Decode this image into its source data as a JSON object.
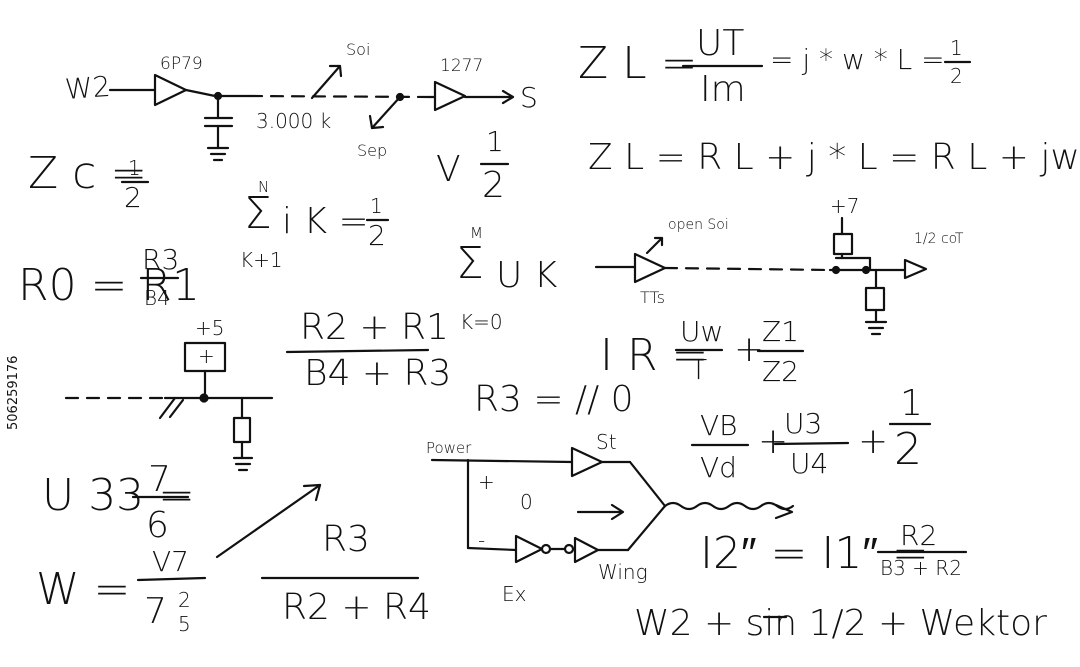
{
  "circuit_top": {
    "input_label": "W2",
    "amp1_label": "6P79",
    "cap_value": "3.000 k",
    "label_soi": "Soi",
    "label_sep": "Sep",
    "amp2_label": "1277",
    "output_label": "S"
  },
  "formulas": {
    "zl_top": {
      "lhs": "Z L =",
      "num": "UT",
      "den": "Im",
      "tail": "= j * w * L = ",
      "tail_num": "1",
      "tail_den": "2"
    },
    "zl_mid": "Z L = R L + j * L = R L + jw",
    "zc": {
      "lhs": "Z c =",
      "num": "1",
      "den": "2"
    },
    "v_half": {
      "lhs": "V",
      "num": "1",
      "den": "2"
    },
    "sum_ik": {
      "top": "N",
      "bottom": "K+1",
      "body": "i K =",
      "num": "1",
      "den": "2"
    },
    "sum_uk": {
      "top": "M",
      "bottom": "K=0",
      "body": "U K"
    },
    "r0": {
      "lhs": "R0 = R1",
      "num": "R3",
      "den": "B4"
    },
    "r2r1": {
      "num": "R2 + R1",
      "den": "B4 + R3"
    },
    "ir": {
      "lhs": "I R =",
      "num": "Uw",
      "den": "T",
      "plus": "+",
      "num2": "Z1",
      "den2": "Z2"
    },
    "r3par": "R3 = // 0",
    "vb": {
      "num": "VB",
      "den": "Vd",
      "plus": "+",
      "num2": "U3",
      "den2": "U4",
      "plus2": "+",
      "num3": "1",
      "den3": "2"
    },
    "u33": {
      "lhs": "U 33 =",
      "num": "7",
      "den": "6"
    },
    "w": {
      "lhs": "W =",
      "num": "V7",
      "den_whole": "7",
      "den_num": "2",
      "den_den": "5"
    },
    "r3r2r4": {
      "num": "R3",
      "den": "R2 + R4"
    },
    "i2": {
      "lhs": "I2″ = I1″ =",
      "num": "R2",
      "den": "B3 + R2"
    },
    "wektor": "W2 + sin 1/2 + Wektor"
  },
  "circuit_right": {
    "label_open": "open Soi",
    "label_tts": "TTs",
    "label_plus7": "+7",
    "label_cot": "1/2 coT"
  },
  "circuit_left": {
    "label_plus5": "+5",
    "box_sign": "+"
  },
  "circuit_power": {
    "label_power": "Power",
    "plus": "+",
    "minus": "-",
    "zero": "0",
    "label_st": "St",
    "label_wing": "Wing",
    "label_ex": "Ex"
  },
  "watermark": "506259176"
}
